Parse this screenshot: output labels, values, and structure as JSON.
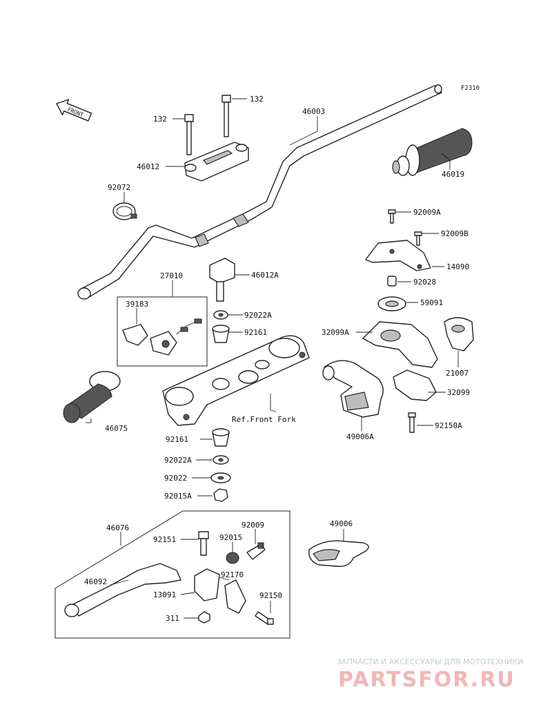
{
  "figure_code": "F2310",
  "front_label": "FRONT",
  "reference_note": "Ref.Front Fork",
  "labels": {
    "l132a": "132",
    "l132b": "132",
    "l46003": "46003",
    "l46012": "46012",
    "l46019": "46019",
    "l92072": "92072",
    "l92009A": "92009A",
    "l92009B": "92009B",
    "l14090": "14090",
    "l92028": "92028",
    "l59091": "59091",
    "l46012A": "46012A",
    "l27010": "27010",
    "l39183": "39183",
    "l92022A_top": "92022A",
    "l92161_top": "92161",
    "l32099A": "32099A",
    "l21007": "21007",
    "l32099": "32099",
    "l92150A": "92150A",
    "l49006A": "49006A",
    "l46075": "46075",
    "l92161_bot": "92161",
    "l92022A_bot": "92022A",
    "l92022": "92022",
    "l92015A": "92015A",
    "l46076": "46076",
    "l92151": "92151",
    "l92015": "92015",
    "l92009": "92009",
    "l49006": "49006",
    "l46092": "46092",
    "l92170": "92170",
    "l13091": "13091",
    "l92150": "92150",
    "l311": "311"
  },
  "watermark": {
    "caption": "ЗАПЧАСТИ И АКСЕССУАРЫ ДЛЯ МОТОТЕХНИКИ",
    "brand": "PARTSFOR.RU"
  }
}
